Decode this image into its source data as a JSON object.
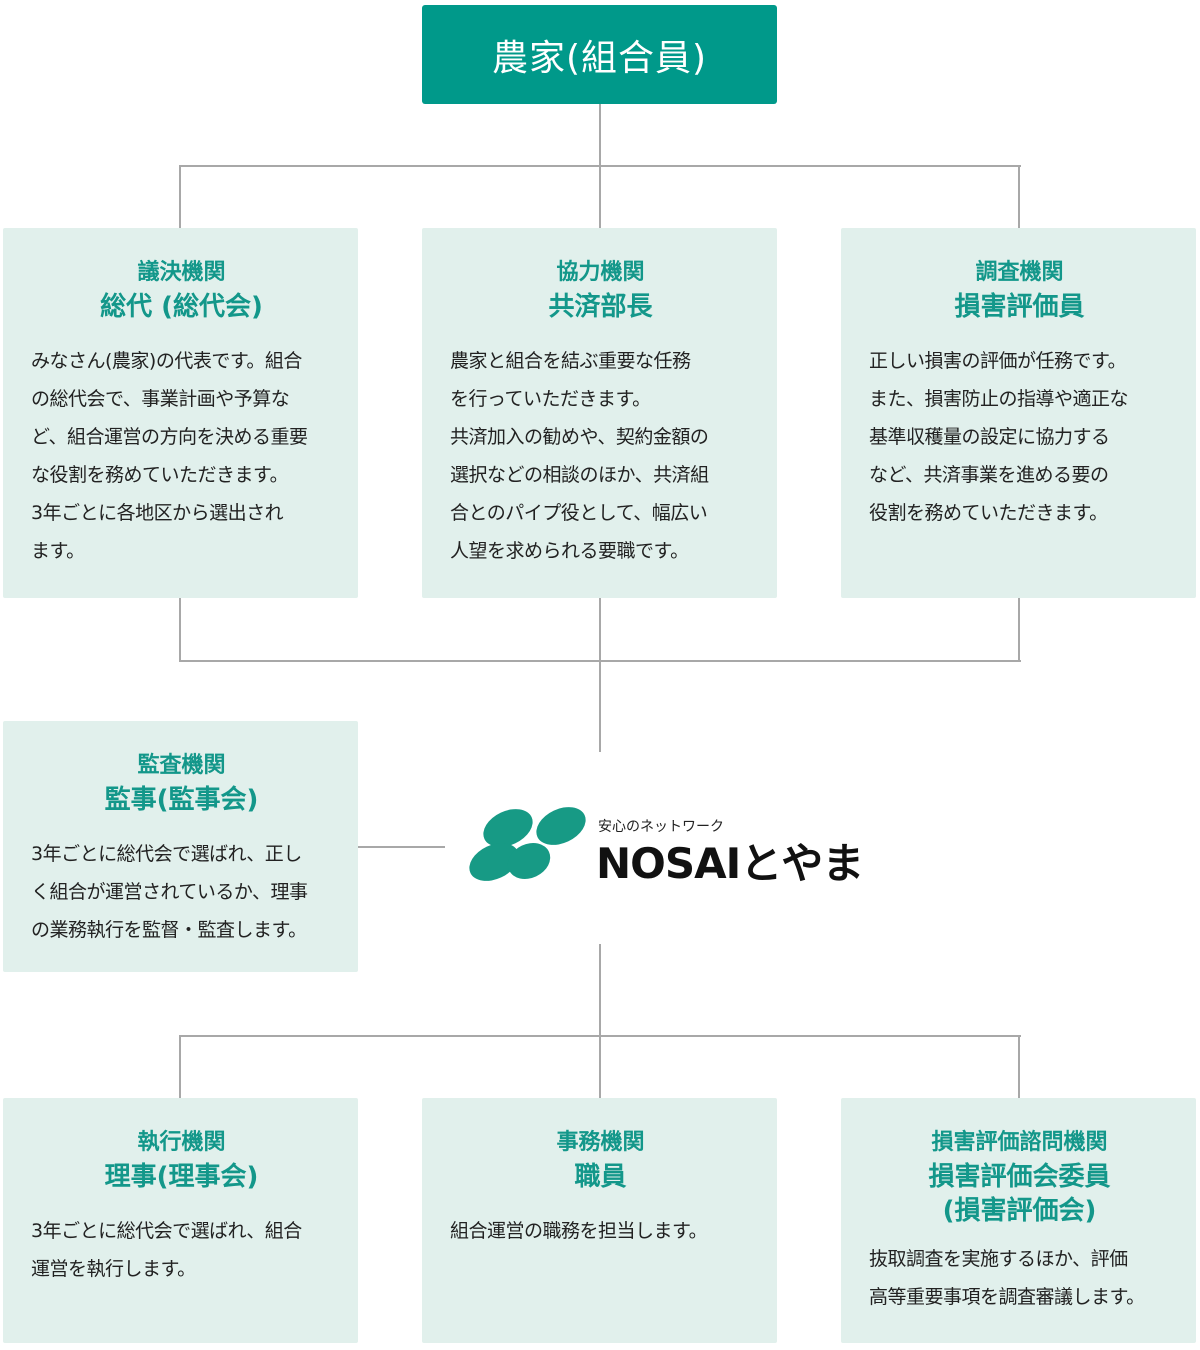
{
  "top": {
    "title": "農家(組合員)"
  },
  "cards": [
    {
      "category": "議決機関",
      "name": "総代 (総代会)",
      "body": "みなさん(農家)の代表です。組合\nの総代会で、事業計画や予算な\nど、組合運営の方向を決める重要\nな役割を務めていただきます。\n3年ごとに各地区から選出され\nます。"
    },
    {
      "category": "協力機関",
      "name": "共済部長",
      "body": "農家と組合を結ぶ重要な任務\nを行っていただきます。\n共済加入の勧めや、契約金額の\n選択などの相談のほか、共済組\n合とのパイプ役として、幅広い\n人望を求められる要職です。"
    },
    {
      "category": "調査機関",
      "name": "損害評価員",
      "body": "正しい損害の評価が任務です。\nまた、損害防止の指導や適正な\n基準収穫量の設定に協力する\nなど、共済事業を進める要の\n役割を務めていただきます。"
    },
    {
      "category": "監査機関",
      "name": "監事(監事会)",
      "body": "3年ごとに総代会で選ばれ、正し\nく組合が運営されているか、理事\nの業務執行を監督・監査します。"
    },
    {
      "category": "執行機関",
      "name": "理事(理事会)",
      "body": "3年ごとに総代会で選ばれ、組合\n運営を執行します。"
    },
    {
      "category": "事務機関",
      "name": "職員",
      "body": "組合運営の職務を担当します。"
    },
    {
      "category": "損害評価諮問機関",
      "name": "損害評価会委員\n(損害評価会)",
      "body": "抜取調査を実施するほか、評価\n高等重要事項を調査審議します。"
    }
  ],
  "logo": {
    "tagline": "安心のネットワーク",
    "name": "NOSAIとやま"
  },
  "colors": {
    "accent": "#00998a",
    "card": "#e1f0ec",
    "line": "#a8a8a8"
  }
}
